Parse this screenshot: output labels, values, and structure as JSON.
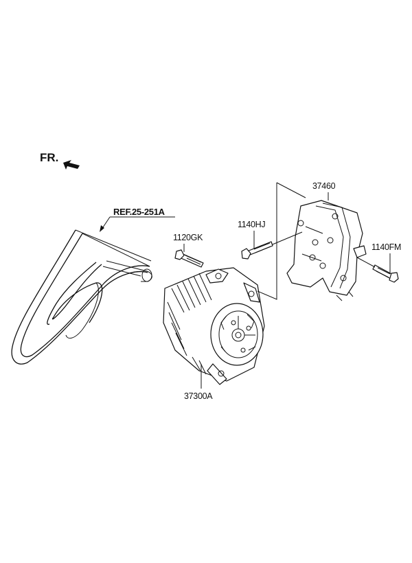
{
  "orientation": {
    "label": "FR."
  },
  "callouts": {
    "belt_ref": "REF.25-251A",
    "alternator": "37300A",
    "bracket": "37460",
    "bolt_gk": "1120GK",
    "bolt_hj": "1140HJ",
    "bolt_fm": "1140FM"
  },
  "colors": {
    "line": "#111111",
    "background": "#ffffff"
  }
}
